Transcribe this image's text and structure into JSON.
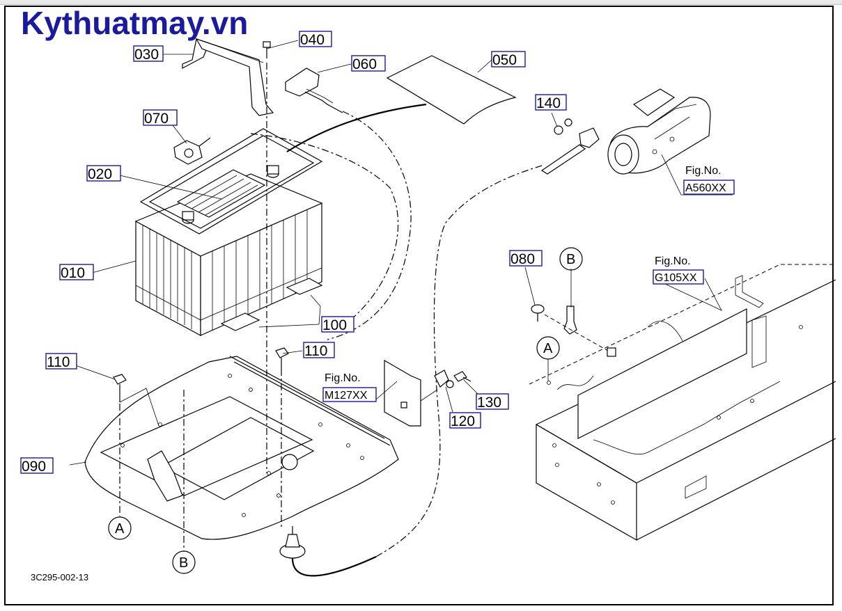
{
  "watermark": "Kythuatmay.vn",
  "drawing_code": "3C295-002-13",
  "part_labels": [
    "010",
    "020",
    "030",
    "040",
    "050",
    "060",
    "070",
    "080",
    "090",
    "100",
    "110",
    "110",
    "120",
    "130",
    "140"
  ],
  "figure_refs": [
    {
      "title": "Fig.No.",
      "code": "A560XX"
    },
    {
      "title": "Fig.No.",
      "code": "G105XX"
    },
    {
      "title": "Fig.No.",
      "code": "M127XX"
    }
  ],
  "circle_markers": [
    "A",
    "B",
    "A",
    "B"
  ]
}
